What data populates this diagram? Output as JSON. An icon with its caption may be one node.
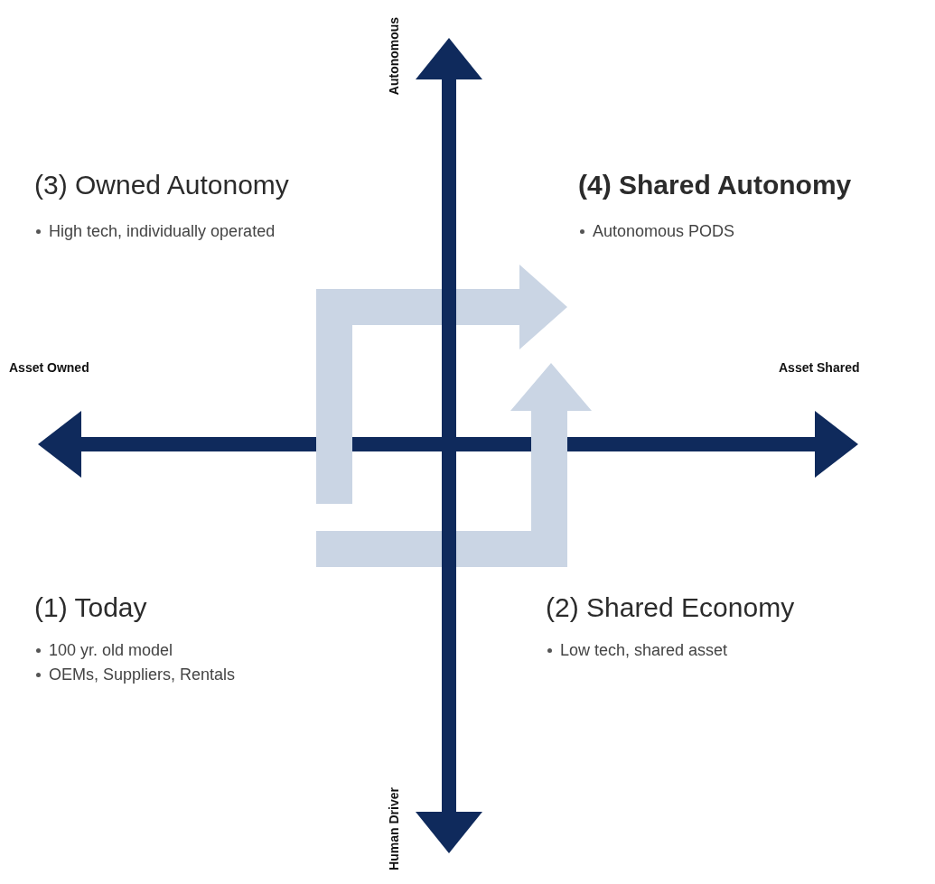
{
  "diagram": {
    "labels": [
      "Autonomous",
      "(3) Owned Autonomy",
      "High tech, individually operated",
      "(4) Shared Autonomy",
      "Autonomous PODS",
      "Asset Owned",
      "Asset Shared",
      "(1) Today",
      "100 yr. old model",
      "OEMs, Suppliers, Rentals",
      "(2) Shared Economy",
      "Low tech, shared asset",
      "Human Driver"
    ]
  }
}
